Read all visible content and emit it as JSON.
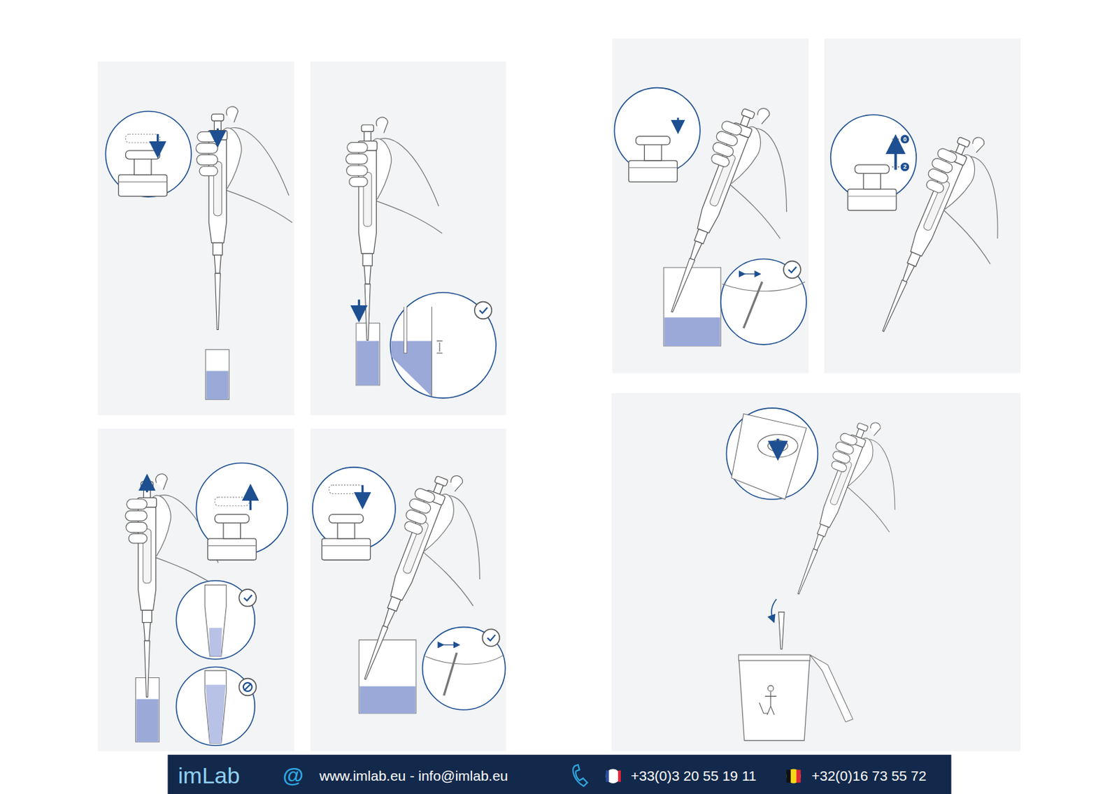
{
  "diagram": {
    "labels": [
      "0",
      "2",
      "imLab",
      "@",
      "www.imlab.eu - info@imlab.eu",
      "+33(0)3 20 55 19 11",
      "+32(0)16 73 55 72"
    ]
  }
}
